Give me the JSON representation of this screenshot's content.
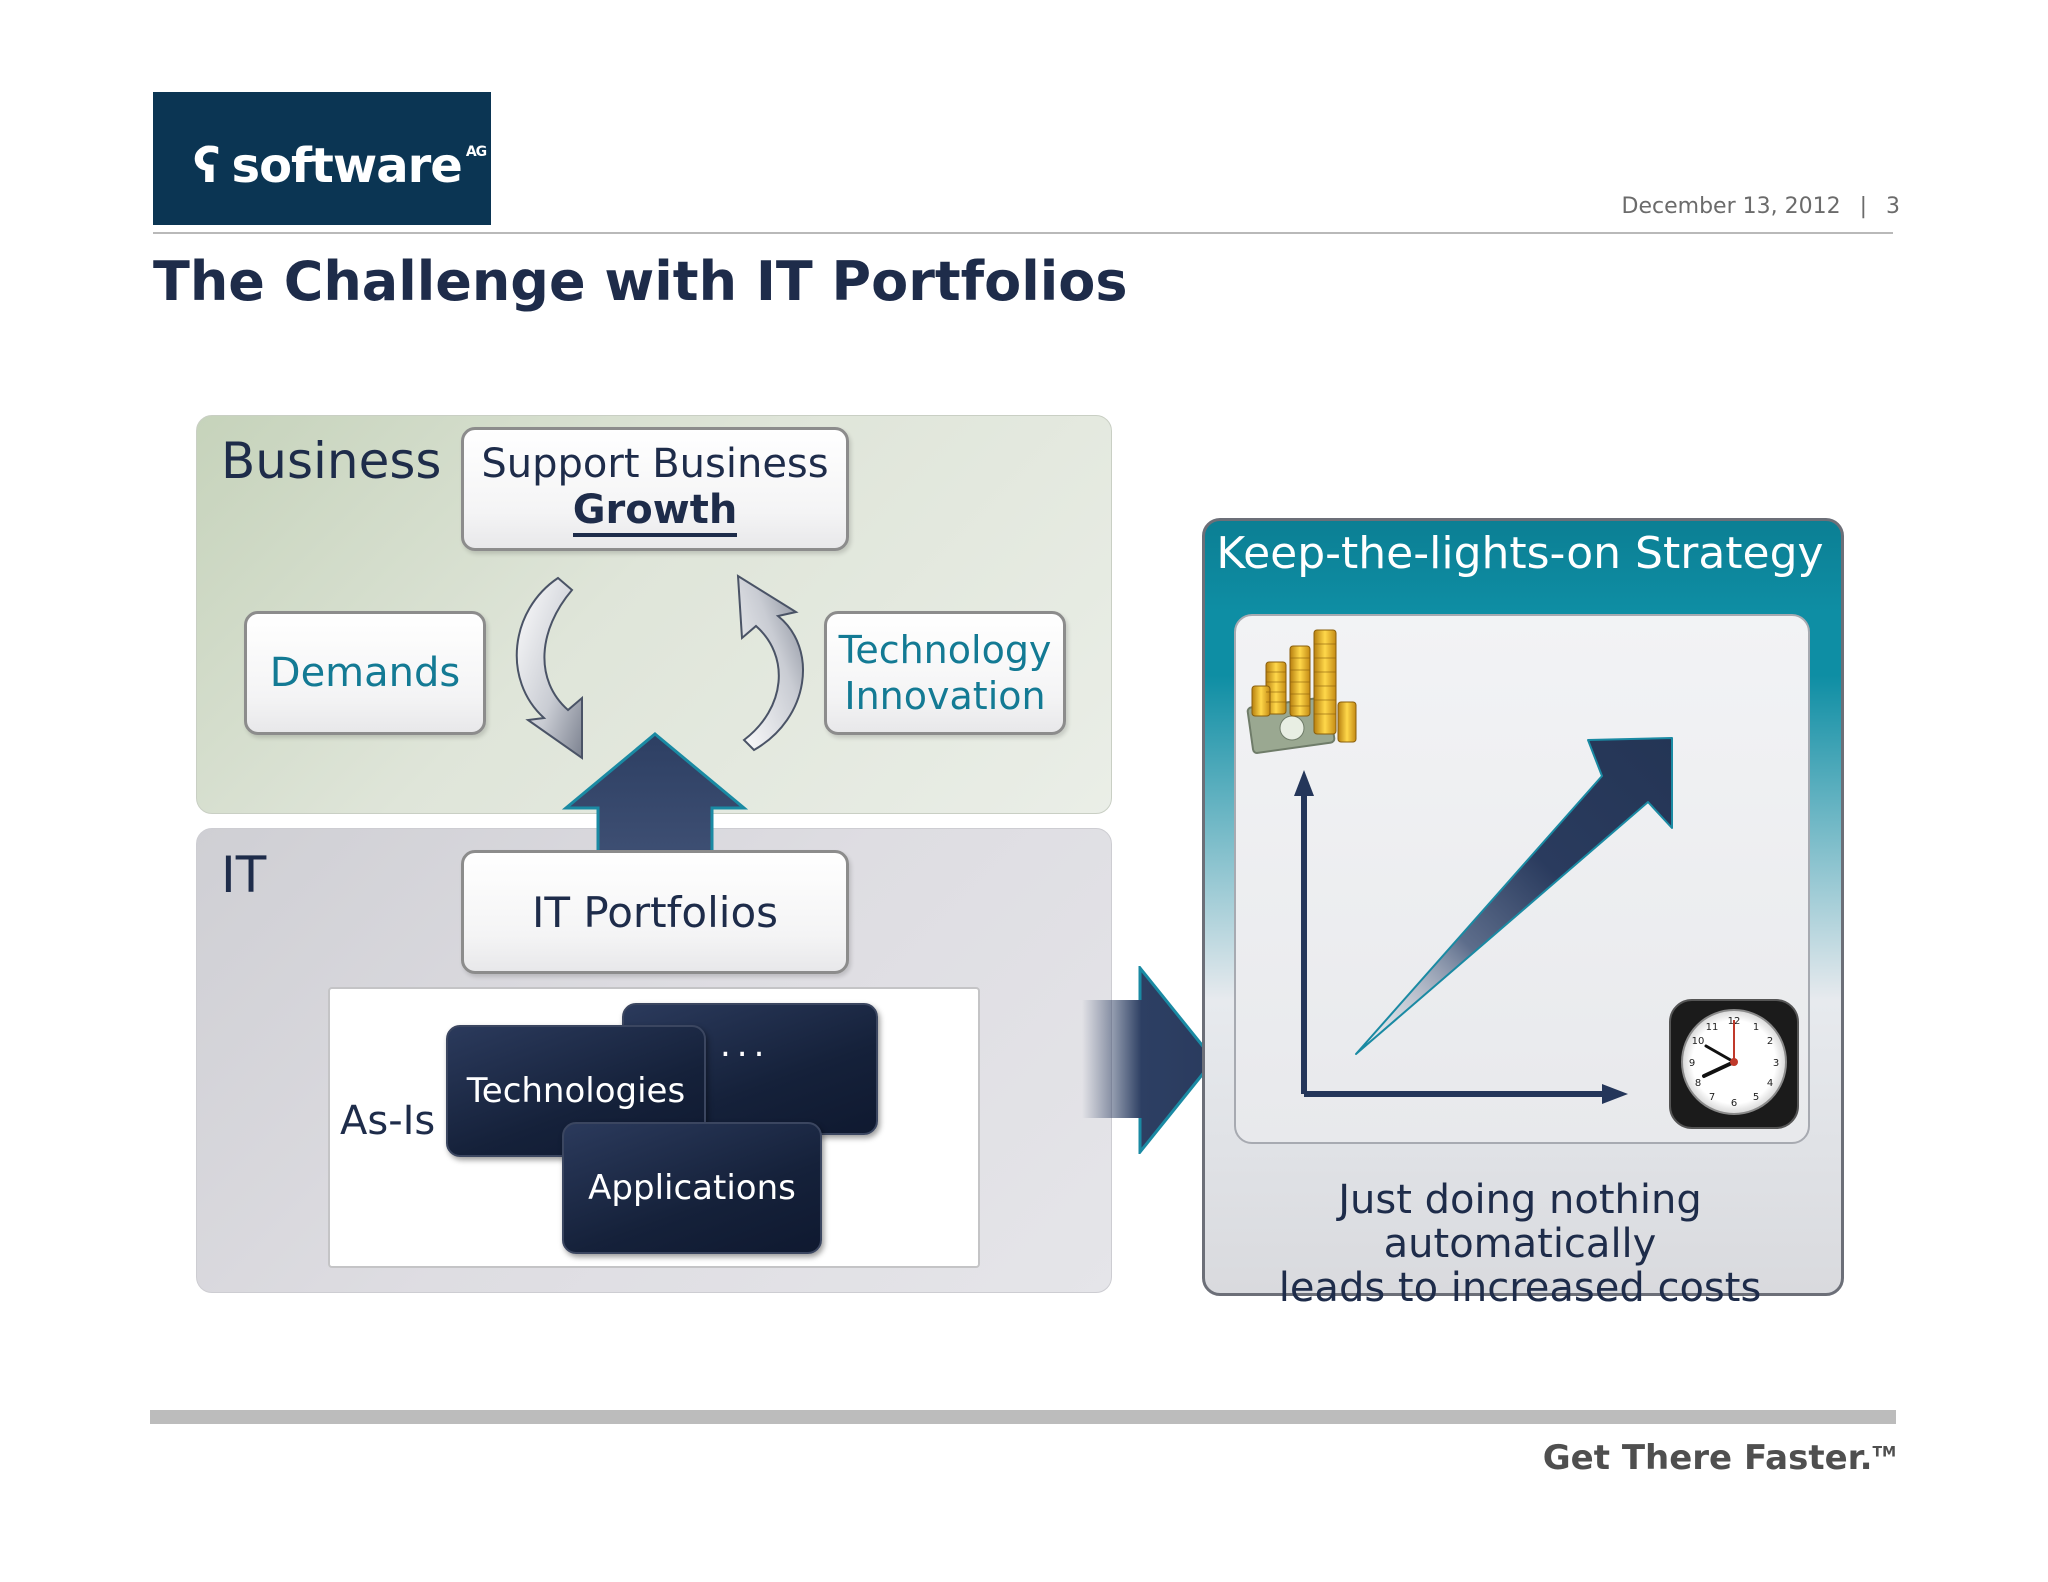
{
  "header": {
    "logo_text": "software",
    "logo_sub": "AG",
    "date": "December 13, 2012",
    "separator": "|",
    "page_number": "3",
    "title": "The Challenge with IT Portfolios"
  },
  "business": {
    "label": "Business",
    "support_line1": "Support Business",
    "support_line2": "Growth",
    "demands": "Demands",
    "tech_line1": "Technology",
    "tech_line2": "Innovation"
  },
  "it": {
    "label": "IT",
    "portfolios": "IT Portfolios",
    "as_is": "As-Is",
    "cards": {
      "technologies": "Technologies",
      "applications": "Applications",
      "more": "..."
    }
  },
  "strategy": {
    "title": "Keep-the-lights-on Strategy",
    "caption_line1": "Just doing nothing automatically",
    "caption_line2": "leads to increased costs",
    "icons": [
      "money-icon",
      "clock-icon"
    ]
  },
  "footer": {
    "tagline": "Get There Faster.",
    "trademark": "TM"
  },
  "colors": {
    "navy": "#1e2c4a",
    "teal": "#137a94",
    "logo_bg": "#0b3553",
    "strategy_header": "#0e8ea4"
  }
}
